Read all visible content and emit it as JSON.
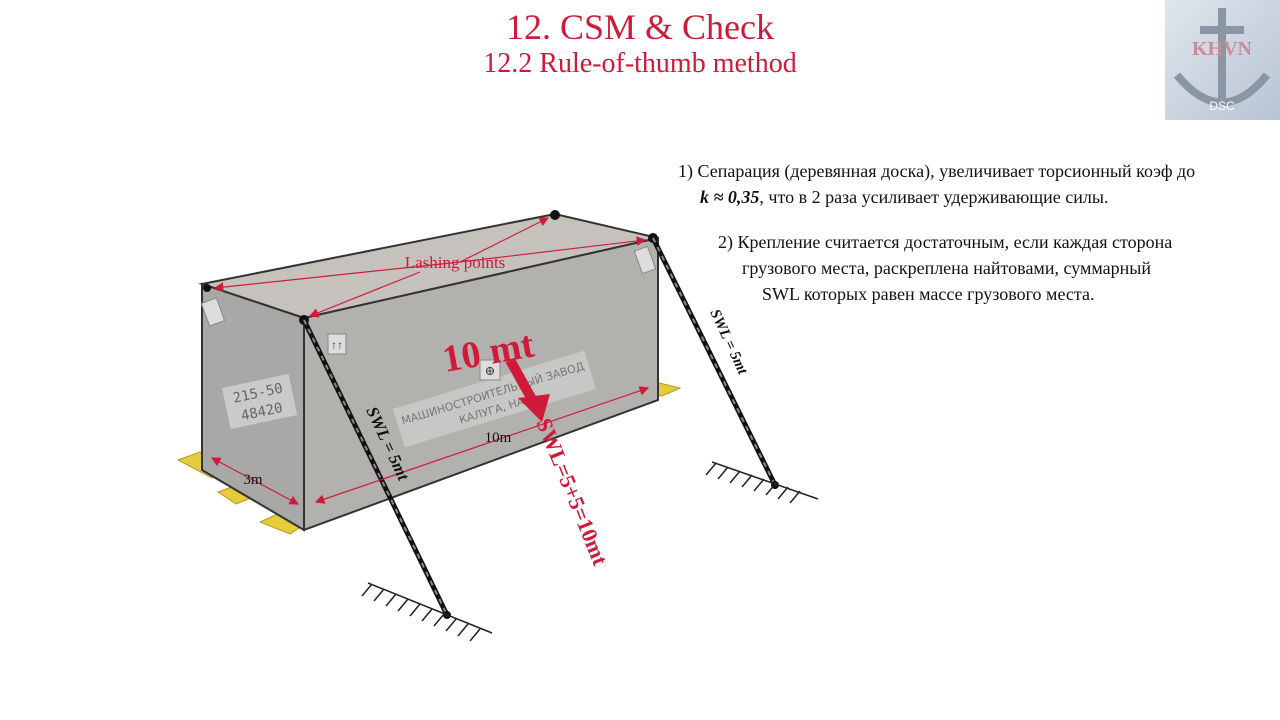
{
  "header": {
    "title": "12. CSM & Check",
    "subtitle": "12.2 Rule-of-thumb method"
  },
  "logo": {
    "text": "KHVN",
    "subtext": "DSC",
    "icon": "anchor-icon"
  },
  "notes": {
    "n1_line1": "1) Сепарация (деревянная доска), увеличивает торсионный коэф до",
    "n1_bold": "k ≈ 0,35",
    "n1_rest": ", что в 2 раза усиливает удерживающие силы.",
    "n2_line1": "2) Крепление считается достаточным, если каждая сторона",
    "n2_line2": "грузового места, раскреплена найтовами, суммарный",
    "n2_line3": "SWL которых равен массе грузового места."
  },
  "diagram": {
    "lashing_points_label": "Lashing points",
    "mass_label": "10 mt",
    "length_label": "10m",
    "width_label": "3m",
    "swl_left": "SWL = 5mt",
    "swl_right": "SWL = 5mt",
    "swl_total": "SWL=5+5=10mt",
    "stencil_code1": "215-50",
    "stencil_code2": "48420",
    "stencil_factory1": "МАШИНОСТРОИТЕЛЬНЫЙ ЗАВОД",
    "stencil_factory2": "КАЛУГА, НАД.",
    "colors": {
      "accent_red": "#d01a3a",
      "dunnage": "#e6cc3a",
      "box": "#a9a9a9"
    }
  }
}
